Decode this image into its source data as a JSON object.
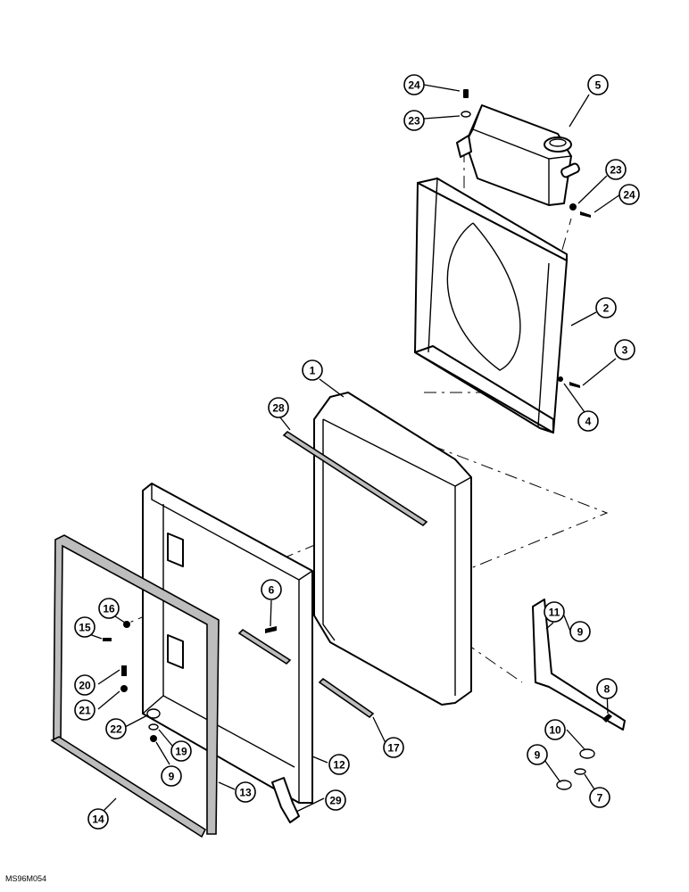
{
  "figure_id": "MS96M054",
  "callouts": [
    {
      "id": "c24a",
      "label": "24"
    },
    {
      "id": "c23a",
      "label": "23"
    },
    {
      "id": "c5",
      "label": "5"
    },
    {
      "id": "c23b",
      "label": "23"
    },
    {
      "id": "c24b",
      "label": "24"
    },
    {
      "id": "c2",
      "label": "2"
    },
    {
      "id": "c3",
      "label": "3"
    },
    {
      "id": "c4",
      "label": "4"
    },
    {
      "id": "c1",
      "label": "1"
    },
    {
      "id": "c28",
      "label": "28"
    },
    {
      "id": "c6",
      "label": "6"
    },
    {
      "id": "c16",
      "label": "16"
    },
    {
      "id": "c15",
      "label": "15"
    },
    {
      "id": "c20",
      "label": "20"
    },
    {
      "id": "c21",
      "label": "21"
    },
    {
      "id": "c22",
      "label": "22"
    },
    {
      "id": "c19",
      "label": "19"
    },
    {
      "id": "c9a",
      "label": "9"
    },
    {
      "id": "c12",
      "label": "12"
    },
    {
      "id": "c17",
      "label": "17"
    },
    {
      "id": "c13",
      "label": "13"
    },
    {
      "id": "c14",
      "label": "14"
    },
    {
      "id": "c29",
      "label": "29"
    },
    {
      "id": "c11",
      "label": "11"
    },
    {
      "id": "c9b",
      "label": "9"
    },
    {
      "id": "c8",
      "label": "8"
    },
    {
      "id": "c10",
      "label": "10"
    },
    {
      "id": "c9c",
      "label": "9"
    },
    {
      "id": "c7",
      "label": "7"
    }
  ]
}
